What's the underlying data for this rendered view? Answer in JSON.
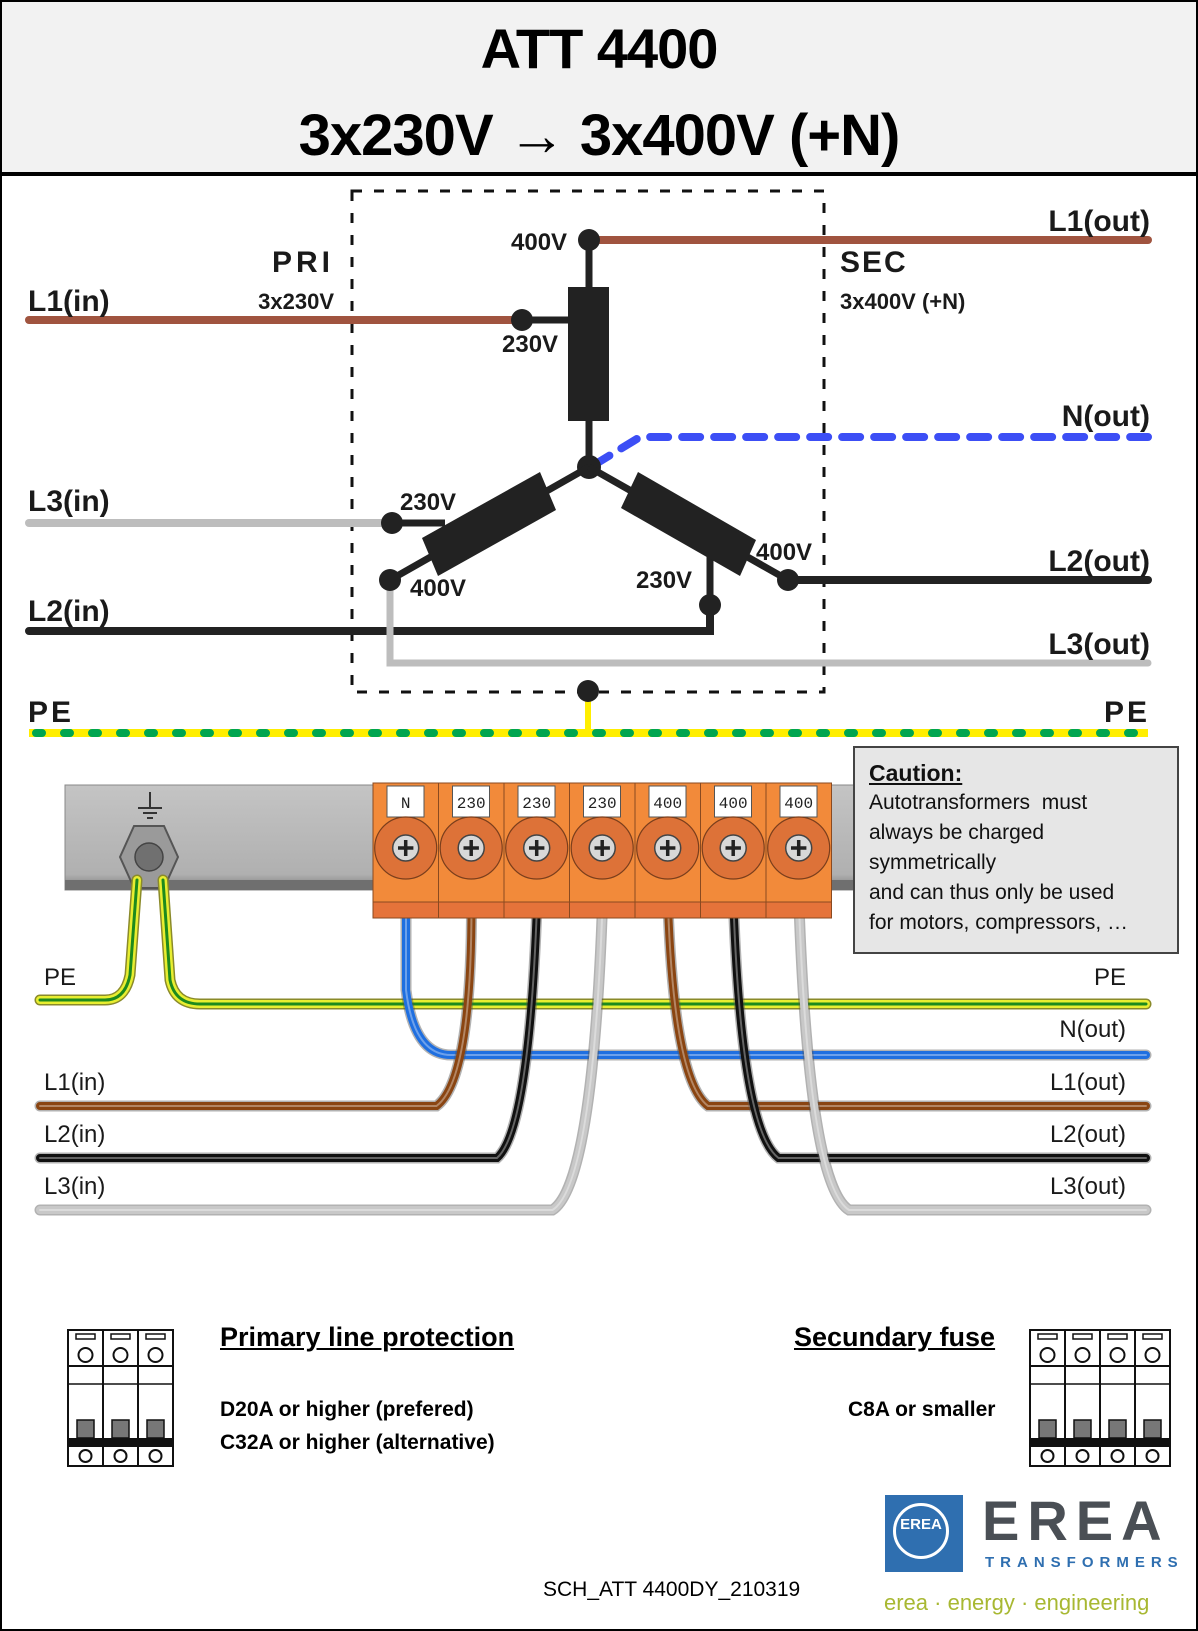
{
  "header": {
    "title": "ATT 4400",
    "subtitle": "3x230V → 3x400V (+N)"
  },
  "schematic": {
    "primary": {
      "label": "PRI",
      "voltage": "3x230V"
    },
    "secondary": {
      "label": "SEC",
      "voltage": "3x400V (+N)"
    },
    "inputs": [
      {
        "label": "L1(in)",
        "color": "#a0543f"
      },
      {
        "label": "L3(in)",
        "color": "#bdbdbd"
      },
      {
        "label": "L2(in)",
        "color": "#222222"
      }
    ],
    "outputs": [
      {
        "label": "L1(out)",
        "color": "#a0543f"
      },
      {
        "label": "N(out)",
        "color": "#3c4ef5"
      },
      {
        "label": "L2(out)",
        "color": "#222222"
      },
      {
        "label": "L3(out)",
        "color": "#bdbdbd"
      }
    ],
    "tap_labels": {
      "w1_high": "400V",
      "w1_low": "230V",
      "w3_low": "230V",
      "w3_high": "400V",
      "w2_low": "230V",
      "w2_high": "400V"
    },
    "pe_left": "PE",
    "pe_right": "PE",
    "pe_colors": {
      "yellow": "#ffee00",
      "green": "#00a550"
    }
  },
  "terminal_block": {
    "terminals": [
      {
        "label": "N",
        "wire": "#1f6fe0"
      },
      {
        "label": "230",
        "wire": "#8a4512"
      },
      {
        "label": "230",
        "wire": "#111111"
      },
      {
        "label": "230",
        "wire": "#c8c8c8"
      },
      {
        "label": "400",
        "wire": "#8a4512"
      },
      {
        "label": "400",
        "wire": "#111111"
      },
      {
        "label": "400",
        "wire": "#c8c8c8"
      }
    ],
    "block_color": "#f28a3a",
    "rail_color": "#b3b3b3"
  },
  "wiring": {
    "left_labels": [
      "PE",
      "L1(in)",
      "L2(in)",
      "L3(in)"
    ],
    "right_labels": [
      "PE",
      "N(out)",
      "L1(out)",
      "L2(out)",
      "L3(out)"
    ]
  },
  "caution": {
    "title": "Caution:",
    "lines": [
      "Autotransformers  must",
      "always be charged",
      "symmetrically",
      "and can thus only be used",
      "for motors, compressors, …"
    ]
  },
  "primary_protection": {
    "title": "Primary line protection",
    "lines": [
      "D20A or higher (prefered)",
      "C32A or higher (alternative)"
    ],
    "poles": 3
  },
  "secondary_fuse": {
    "title": "Secundary fuse",
    "lines": [
      "C8A or smaller"
    ],
    "poles": 4
  },
  "footer": {
    "doc_id": "SCH_ATT 4400DY_210319",
    "logo_mark": "EREA",
    "logo_name": "EREA",
    "logo_sub": "TRANSFORMERS",
    "tagline": "erea · energy · engineering"
  }
}
